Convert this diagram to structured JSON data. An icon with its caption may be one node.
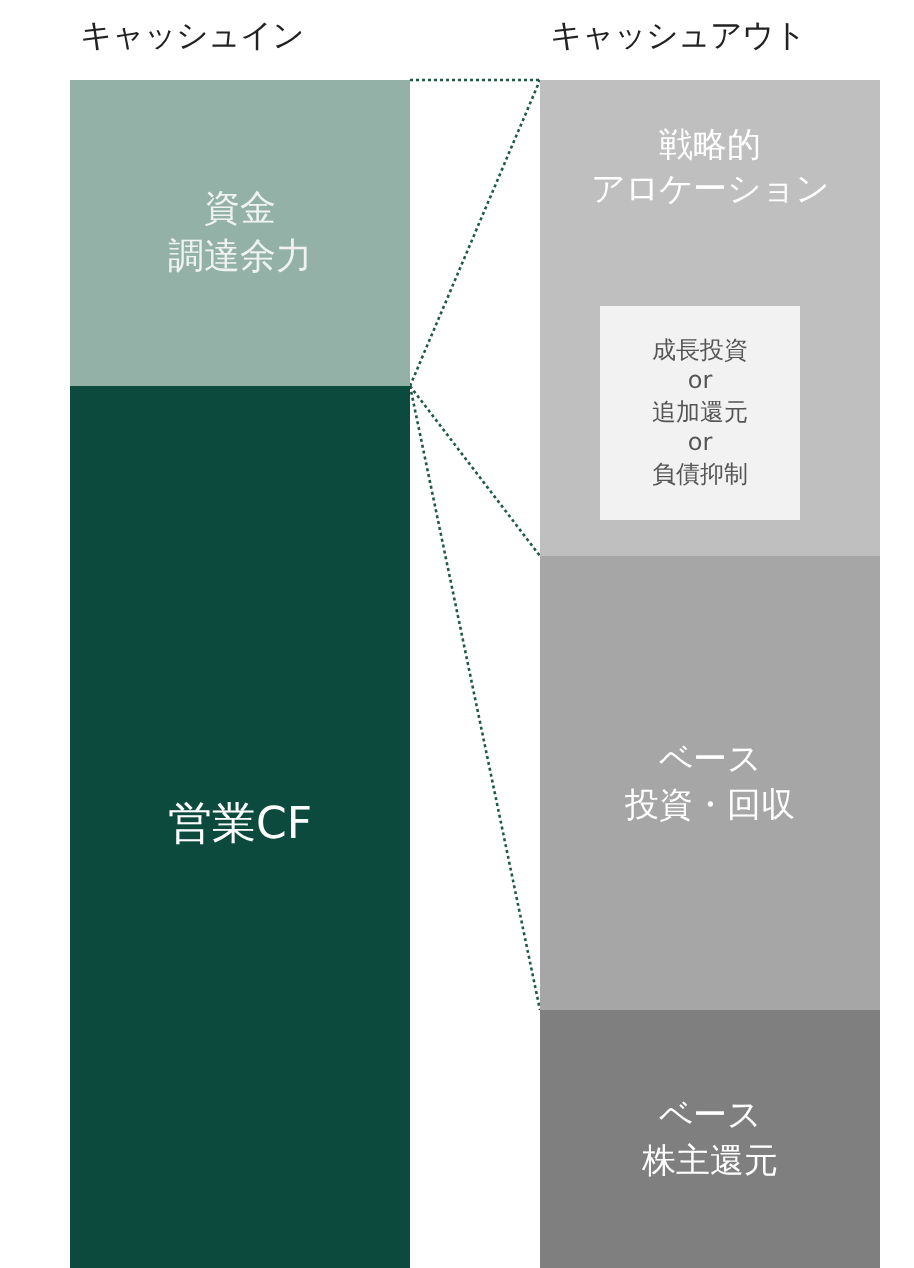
{
  "diagram": {
    "nodes": [
      {
        "text": [
          "資金調達余力"
        ]
      },
      {
        "text": [
          "営業CF"
        ]
      },
      {
        "text": [
          "戦略的アロケーション"
        ]
      },
      {
        "text": [
          "成長投資 or 追加還元 or 負債抑制"
        ],
        "in": 2
      },
      {
        "text": [
          "ベース投資・回収"
        ]
      },
      {
        "text": [
          "ベース株主還元"
        ]
      }
    ],
    "edges": [
      {
        "from": 0,
        "to": 2,
        "arrow": "none",
        "style": "dashed"
      },
      {
        "from": 1,
        "to": 2,
        "arrow": "none",
        "style": "dashed"
      },
      {
        "from": 1,
        "to": 4,
        "arrow": "none",
        "style": "dashed"
      },
      {
        "from": 1,
        "to": 5,
        "arrow": "none",
        "style": "dashed"
      }
    ],
    "labels": [
      "キャッシュイン",
      "キャッシュアウト"
    ]
  }
}
